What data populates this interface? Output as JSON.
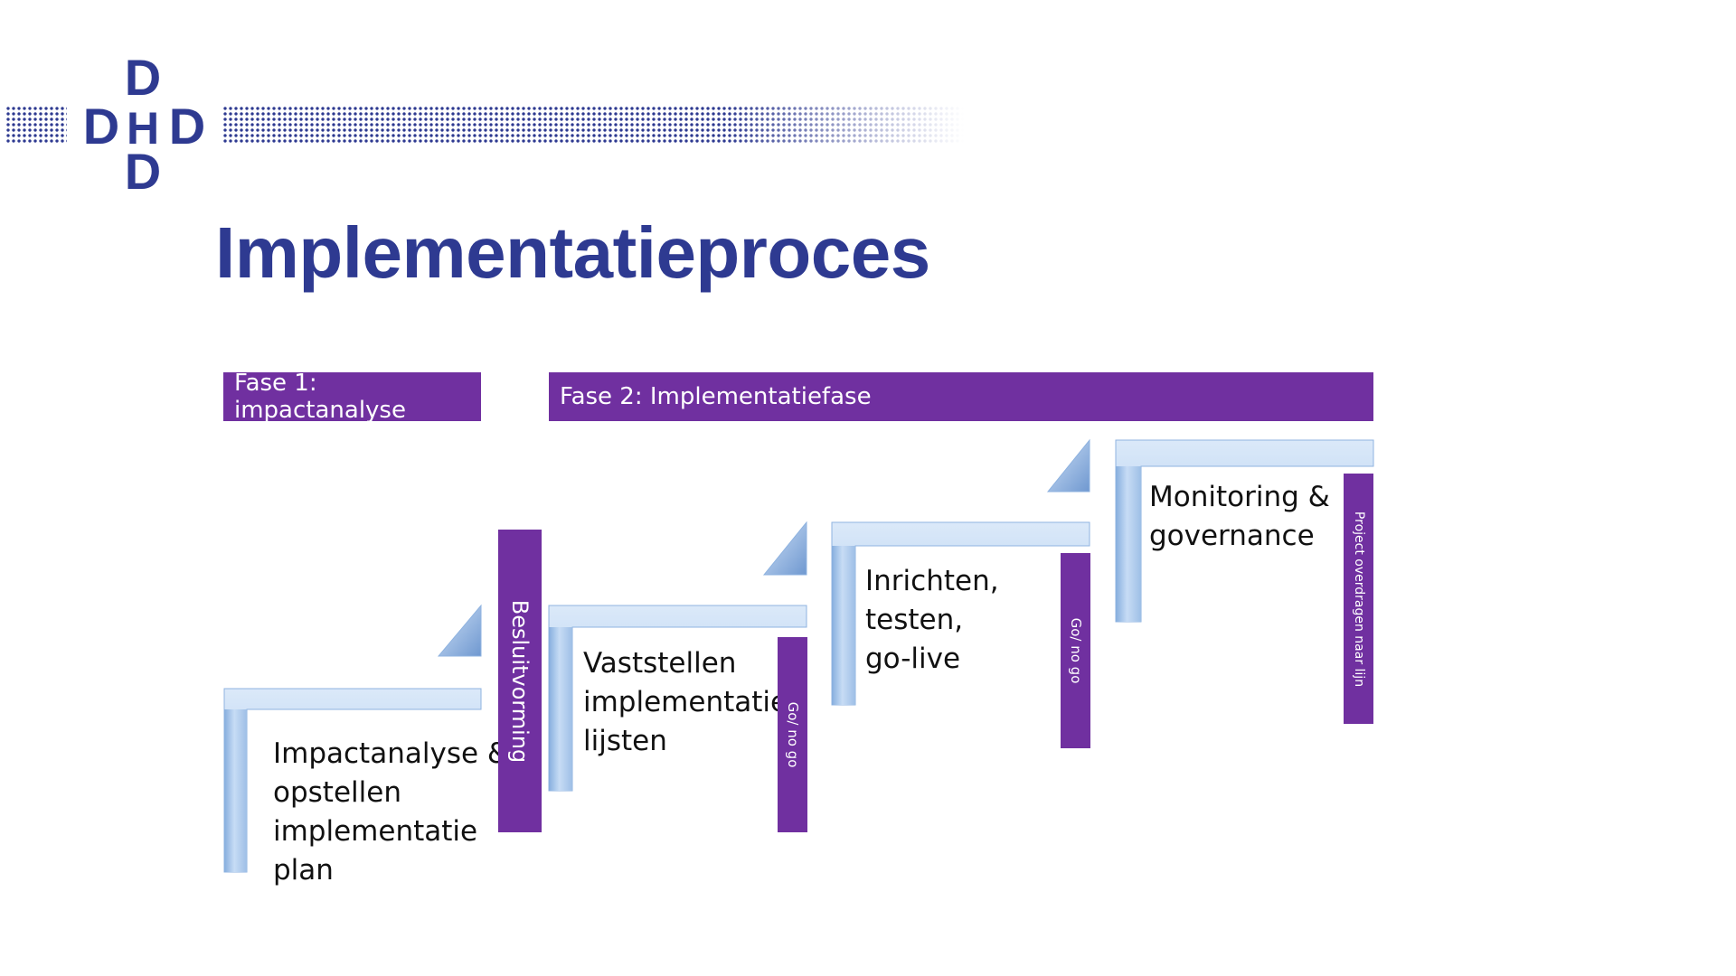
{
  "logo": {
    "letters": [
      "D",
      "D",
      "H",
      "D",
      "D"
    ],
    "brand_color": "#2e3a91"
  },
  "title": "Implementatieproces",
  "phases": [
    {
      "label": "Fase 1: impactanalyse"
    },
    {
      "label": "Fase 2: Implementatiefase"
    }
  ],
  "steps": [
    {
      "text": "Impactanalyse &\nopstellen\nimplementatie\nplan"
    },
    {
      "text": "Vaststellen\nimplementatie-\nlijsten"
    },
    {
      "text": "Inrichten,\ntesten,\ngo-live"
    },
    {
      "text": "Monitoring &\ngovernance"
    }
  ],
  "gates": [
    {
      "label": "Besluitvorming"
    },
    {
      "label": "Go/ no go"
    },
    {
      "label": "Go/ no go"
    },
    {
      "label": "Project overdragen naar lijn"
    }
  ],
  "colors": {
    "accent": "#7030a0",
    "step_light": "#c6dcf5",
    "step_dark": "#7ea6d8",
    "title": "#2e3a91"
  }
}
